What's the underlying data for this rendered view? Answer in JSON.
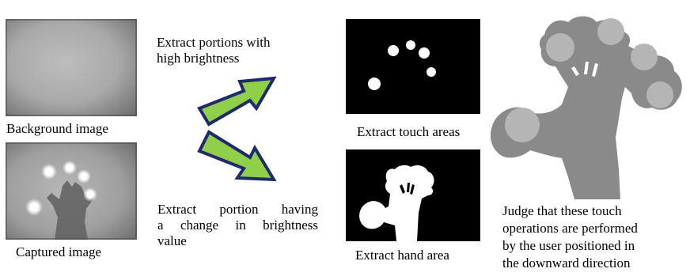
{
  "left_column": {
    "background_caption": "Background image",
    "captured_caption": "Captured image"
  },
  "middle_notes": {
    "top": [
      "Extract portions with",
      "high brightness"
    ],
    "bottom": [
      "Extract portion having",
      "a change in brightness",
      "value"
    ]
  },
  "right_column": {
    "touch_caption": "Extract touch areas",
    "hand_caption": "Extract hand area"
  },
  "judgement": [
    "Judge that these touch",
    "operations are performed",
    "by the user positioned in",
    "the downward direction"
  ],
  "colors": {
    "arrow_fill": "#8fcf4a",
    "arrow_stroke": "#1e2a6e",
    "hand_gray": "#8a8a8a",
    "touch_light_gray": "#b5b5b5"
  }
}
